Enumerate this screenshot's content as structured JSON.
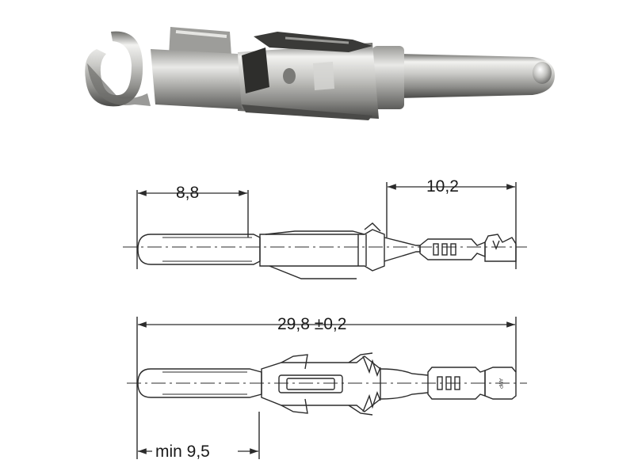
{
  "photo": {
    "subject": "crimp-contact-pin-photo",
    "metal_light": "#e8e8e6",
    "metal_mid": "#b9b9b6",
    "metal_dark": "#5a5a58"
  },
  "drawing": {
    "line_color": "#2b2b2b",
    "dimensions": {
      "top_left": "8,8",
      "top_right": "10,2",
      "overall": "29,8 ±0,2",
      "bottom_min": "min 9,5"
    },
    "stamp_text": "AMP"
  }
}
